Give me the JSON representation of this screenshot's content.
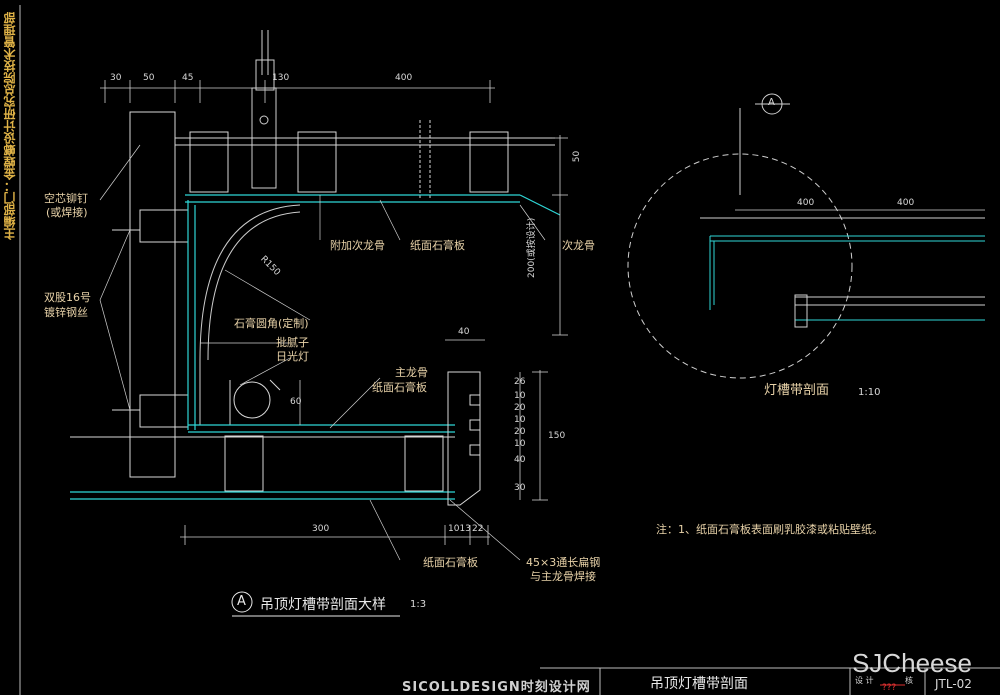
{
  "side_title": "主编部门：金螳螂设计研究总院技术管理部",
  "dims_top": [
    "30",
    "50",
    "45",
    "130",
    "400"
  ],
  "dims_right_vertical": [
    "50",
    "200(或按设计)"
  ],
  "dims_bracket": [
    "26",
    "10",
    "20",
    "10",
    "20",
    "10",
    "40",
    "30",
    "150"
  ],
  "dims_misc": {
    "r": "R150",
    "sixty": "60",
    "forty": "40",
    "bottom_300": "300",
    "bottom_1013": "1013",
    "bottom_22": "22"
  },
  "labels": {
    "rivet": "空芯铆钉",
    "rivet_sub": "(或焊接)",
    "wire": "双股16号",
    "wire_sub": "镀锌钢丝",
    "extra_keel": "附加次龙骨",
    "gypsum_top": "纸面石膏板",
    "secondary_keel": "次龙骨",
    "round_corner": "石膏圆角(定制)",
    "putty": "批腻子",
    "fluorescent": "日光灯",
    "main_keel": "主龙骨",
    "gypsum_mid": "纸面石膏板",
    "gypsum_bottom": "纸面石膏板",
    "flat_steel": "45×3通长扁钢",
    "flat_steel_sub": "与主龙骨焊接"
  },
  "detail_ref": {
    "letter": "A",
    "title": "吊顶灯槽带剖面大样",
    "scale": "1:3"
  },
  "section_view": {
    "title": "灯槽带剖面",
    "scale": "1:10",
    "dims": [
      "400",
      "400"
    ],
    "marker_letter": "A"
  },
  "note": "注：1、纸面石膏板表面刷乳胶漆或粘贴壁纸。",
  "title_block": {
    "drawing_title": "吊顶灯槽带剖面",
    "code": "JTL-02",
    "design_label": "设 计",
    "check_label": "核",
    "mark": "???"
  },
  "watermark": {
    "left": "SICOLLDESIGN时刻设计网",
    "right": "SJCheese"
  },
  "colors": {
    "background": "#000000",
    "cyan": "#2fd6d6",
    "white": "#e8e8e8",
    "label": "#e8d2a8",
    "side_title": "#e0b347",
    "red": "#e03030"
  }
}
